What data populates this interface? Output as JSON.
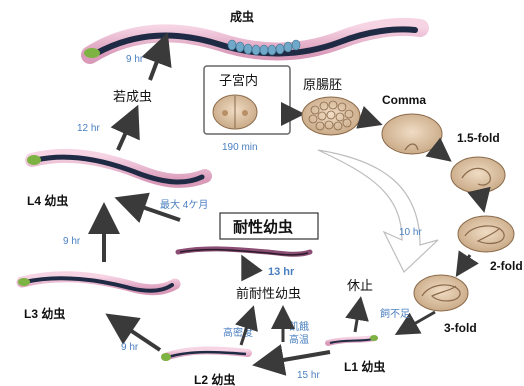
{
  "labels": {
    "adult": "成虫",
    "young_adult": "若成虫",
    "in_uterus": "子宮内",
    "gastrula": "原腸胚",
    "comma": "Comma",
    "fold_1_5": "1.5-fold",
    "fold_2": "2-fold",
    "fold_3": "3-fold",
    "l4": "L4 幼虫",
    "l3": "L3 幼虫",
    "l2": "L2 幼虫",
    "l1": "L1 幼虫",
    "dauer": "耐性幼虫",
    "pre_dauer": "前耐性幼虫",
    "arrest": "休止",
    "starvation": "飼不足",
    "starvation_high_temp": "飢餓\n高温",
    "high_density": "高密度",
    "max_4_months": "最大 4ケ月"
  },
  "times": {
    "young_to_adult": "9 hr",
    "l4_to_young": "12 hr",
    "uterus": "190 min",
    "embryo_hatch": "10 hr",
    "l3_to_l4": "9 hr",
    "l2_to_l3": "9 hr",
    "l1_to_l2": "15 hr",
    "pre_dauer_to_dauer": "13 hr"
  },
  "colors": {
    "worm_body": "#e9b7cf",
    "worm_gut": "#1f2a44",
    "worm_head": "#7cb342",
    "arrow": "#3a3a3a",
    "embryo": "#dcc3a4",
    "time_blue": "#4a7fc0"
  }
}
